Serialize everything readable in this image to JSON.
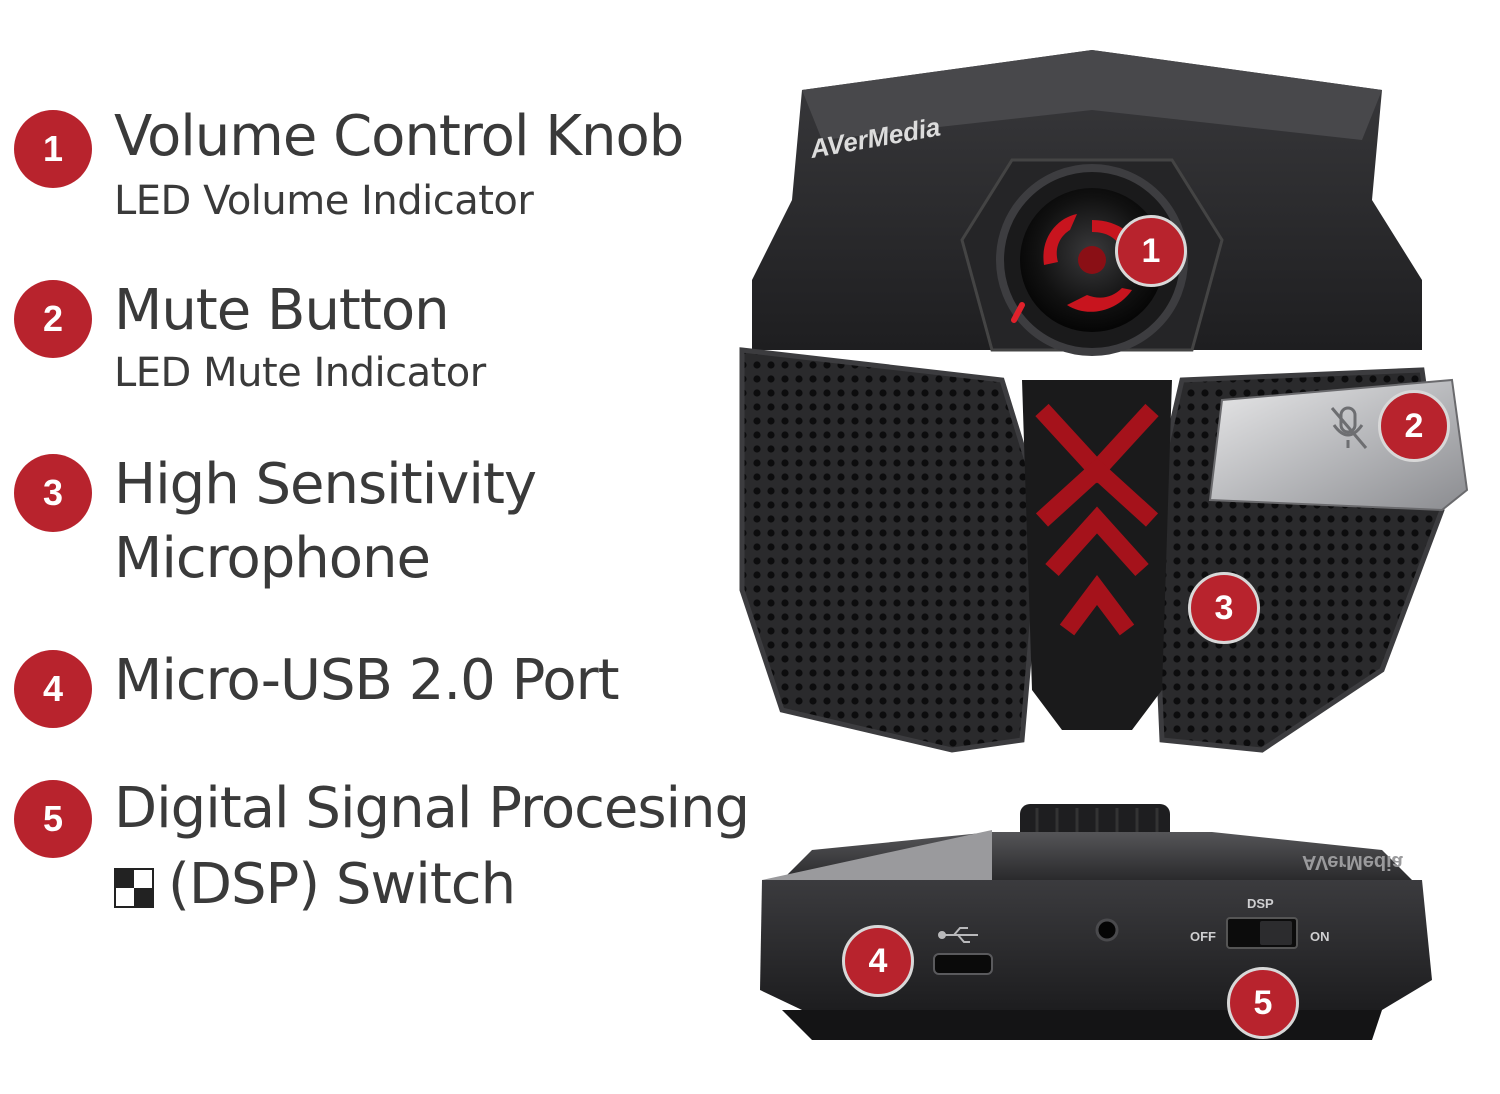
{
  "features": [
    {
      "number": "1",
      "title": "Volume Control Knob",
      "subtitle": "LED Volume Indicator"
    },
    {
      "number": "2",
      "title": "Mute Button",
      "subtitle": "LED Mute Indicator"
    },
    {
      "number": "3",
      "title": "High Sensitivity",
      "subtitle": "Microphone"
    },
    {
      "number": "4",
      "title": "Micro-USB 2.0 Port"
    },
    {
      "number": "5",
      "title": "Digital Signal Procesing",
      "subtitle": "(DSP) Switch"
    }
  ],
  "device": {
    "brand": "AVerMedia",
    "dsp_label": "DSP",
    "dsp_off": "OFF",
    "dsp_on": "ON",
    "callouts": [
      "1",
      "2",
      "3",
      "4",
      "5"
    ]
  },
  "colors": {
    "accent": "#b8232d",
    "device_body": "#2b2b2d",
    "text": "#3a3a3a"
  }
}
